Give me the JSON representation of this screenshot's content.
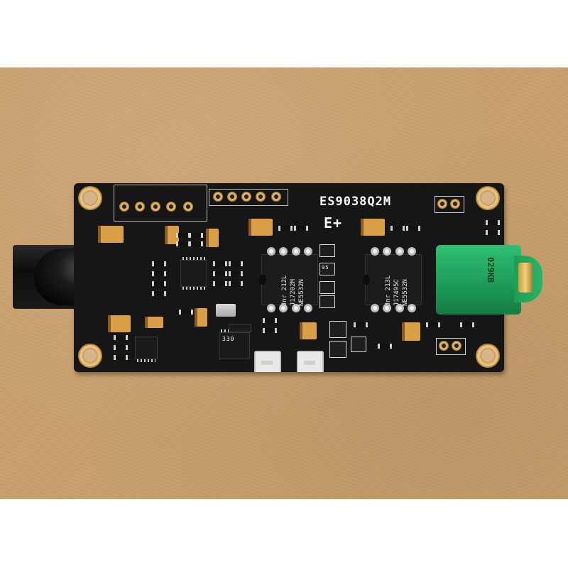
{
  "board": {
    "title": "ES9038Q2M",
    "logo": "E+",
    "opamp_left": {
      "line1": "NE5532N",
      "line2": "J17202M",
      "line3": "Jnr 212L"
    },
    "opamp_right": {
      "line1": "NE5532N",
      "line2": "J17495C",
      "line3": "Jnr 213L"
    },
    "jack_label": "029KB",
    "small_chip_code": "95",
    "regulator_code": "330",
    "colors": {
      "background": "#c8a06d",
      "pcb": "#161616",
      "jack": "#1c9a55",
      "capacitor": "#d9a048",
      "gold": "#d9b061"
    }
  }
}
